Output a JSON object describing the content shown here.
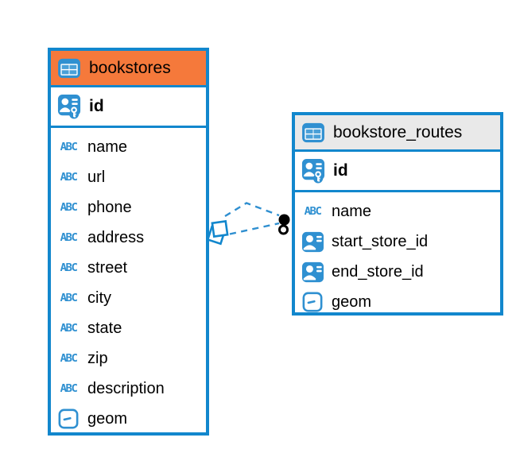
{
  "colors": {
    "table_border": "#1287cd",
    "icon_blue": "#2f90d1",
    "header_orange": "#f5793b",
    "header_gray": "#e9e9e9",
    "relation_line": "#2f8fd0",
    "text_color": "#000000"
  },
  "icon_labels": {
    "text_type": "ABC"
  },
  "tables": [
    {
      "name": "bookstores",
      "header_color": "#f5793b",
      "primary_key": {
        "name": "id",
        "icon": "person-key-icon"
      },
      "columns": [
        {
          "name": "name",
          "type": "text"
        },
        {
          "name": "url",
          "type": "text"
        },
        {
          "name": "phone",
          "type": "text"
        },
        {
          "name": "address",
          "type": "text"
        },
        {
          "name": "street",
          "type": "text"
        },
        {
          "name": "city",
          "type": "text"
        },
        {
          "name": "state",
          "type": "text"
        },
        {
          "name": "zip",
          "type": "text"
        },
        {
          "name": "description",
          "type": "text"
        },
        {
          "name": "geom",
          "type": "geometry"
        }
      ]
    },
    {
      "name": "bookstore_routes",
      "header_color": "#e9e9e9",
      "primary_key": {
        "name": "id",
        "icon": "person-key-icon"
      },
      "columns": [
        {
          "name": "name",
          "type": "text"
        },
        {
          "name": "start_store_id",
          "type": "foreign-key"
        },
        {
          "name": "end_store_id",
          "type": "foreign-key"
        },
        {
          "name": "geom",
          "type": "geometry"
        }
      ]
    }
  ],
  "relationships": [
    {
      "from_table": "bookstores",
      "to_table": "bookstore_routes",
      "line_style": "dashed",
      "line_count": 2,
      "source_marker": "double-diamond",
      "target_marker": "dot-and-ring"
    }
  ]
}
